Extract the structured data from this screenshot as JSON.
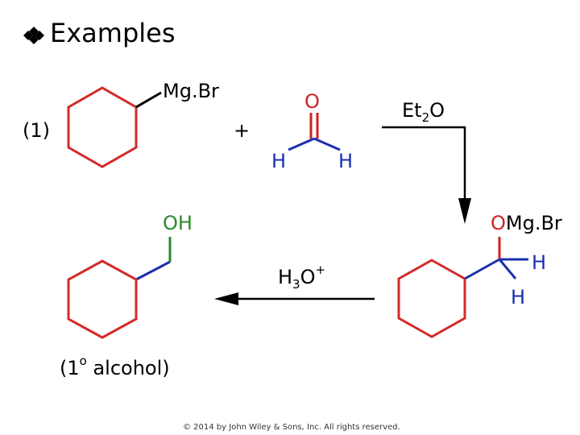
{
  "slide": {
    "title": "Examples",
    "bullet_icon": "diamond-bullet-icon",
    "footer": "© 2014 by John Wiley & Sons, Inc. All rights reserved."
  },
  "reaction": {
    "step_label": "(1)",
    "plus": "+",
    "grignard_label": "Mg.Br",
    "formaldehyde": {
      "oxygen": "O",
      "h_left": "H",
      "h_right": "H"
    },
    "reagent1": {
      "main": "Et",
      "sub": "2",
      "tail": "O"
    },
    "intermediate": {
      "oxygen": "O",
      "rest": "Mg.Br",
      "h1": "H",
      "h2": "H"
    },
    "reagent2": {
      "main": "H",
      "sub": "3",
      "tail": "O",
      "sup": "+"
    },
    "product": {
      "oxygen": "O",
      "hydrogen": "H"
    },
    "product_caption": {
      "open": "(1",
      "sup": "o",
      "rest": " alcohol)"
    }
  },
  "colors": {
    "ring": "#d42a2a",
    "oxygen": "#cc2222",
    "hydrogen": "#1a2fb0",
    "carbon_bond": "#1a2fb0",
    "oh_bond": "#2a8a2a",
    "black": "#000000"
  }
}
